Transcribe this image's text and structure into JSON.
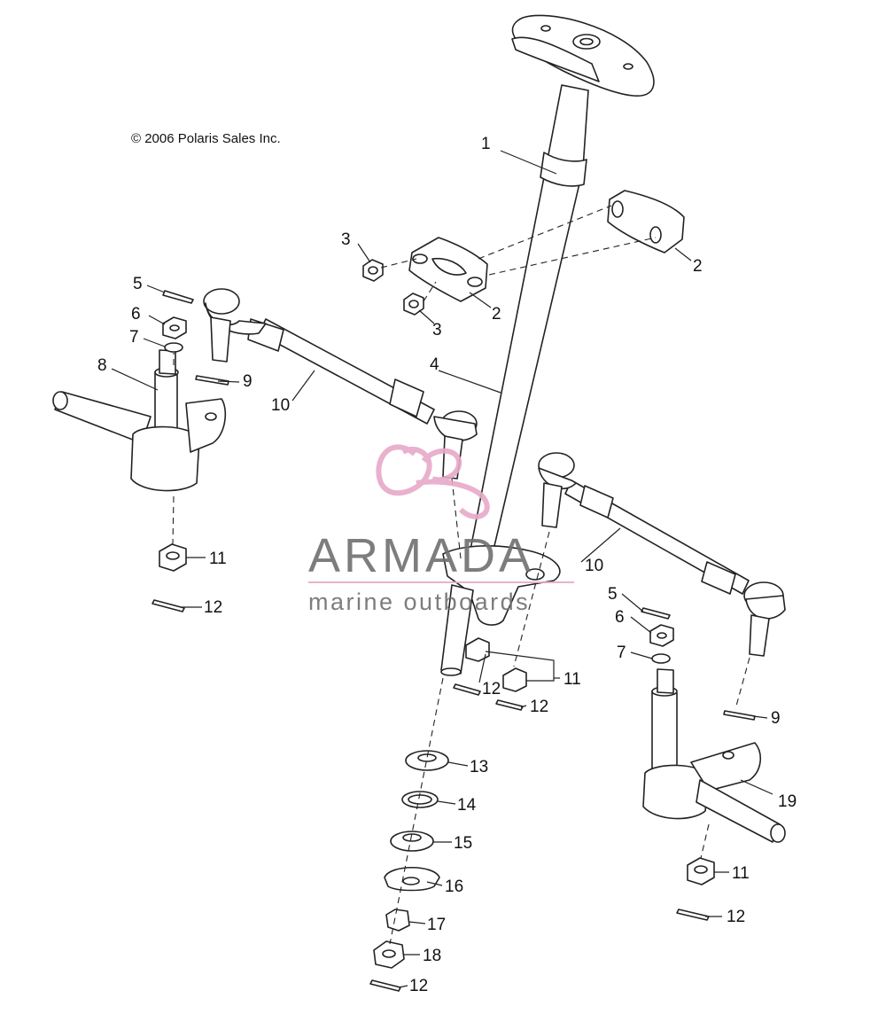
{
  "copyright": "© 2006 Polaris Sales Inc.",
  "watermark": {
    "brand": "ARMADA",
    "tagline": "marine outboards",
    "brand_color": "#6f6f6f",
    "accent_color": "#e7a9c8"
  },
  "callouts": {
    "c1": "1",
    "c2a": "2",
    "c2b": "2",
    "c3a": "3",
    "c3b": "3",
    "c4": "4",
    "c5a": "5",
    "c5b": "5",
    "c6a": "6",
    "c6b": "6",
    "c7a": "7",
    "c7b": "7",
    "c8": "8",
    "c9a": "9",
    "c9b": "9",
    "c10a": "10",
    "c10b": "10",
    "c11a": "11",
    "c11b": "11",
    "c11c": "11",
    "c12a": "12",
    "c12b": "12",
    "c12c": "12",
    "c12d": "12",
    "c12e": "12",
    "c13": "13",
    "c14": "14",
    "c15": "15",
    "c16": "16",
    "c17": "17",
    "c18": "18",
    "c19": "19"
  }
}
